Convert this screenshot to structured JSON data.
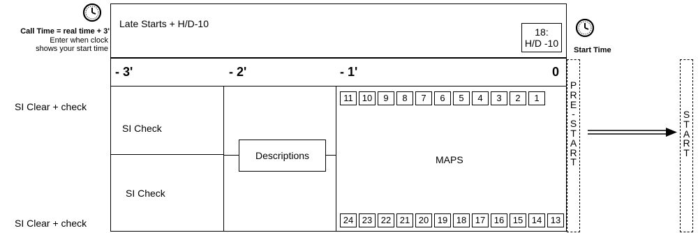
{
  "call_info": {
    "title": "Call Time = real time + 3'",
    "line1": "Enter when clock",
    "line2": "shows your start time",
    "clock_icon": "clock-icon"
  },
  "header": {
    "title": "Late Starts +  H/D-10",
    "badge_line1": "18:",
    "badge_line2": "H/D -10"
  },
  "start_time": {
    "label": "Start Time",
    "clock_icon": "clock-icon"
  },
  "time_markers": [
    "- 3'",
    "- 2'",
    "- 1'",
    "0"
  ],
  "left_labels": {
    "top": "SI Clear + check",
    "bottom": "SI Clear + check"
  },
  "si_check": {
    "top": "SI Check",
    "bottom": "SI Check"
  },
  "descriptions_label": "Descriptions",
  "maps": {
    "label": "MAPS",
    "top_row": [
      "11",
      "10",
      "9",
      "8",
      "7",
      "6",
      "5",
      "4",
      "3",
      "2",
      "1"
    ],
    "bottom_row": [
      "24",
      "23",
      "22",
      "21",
      "20",
      "19",
      "18",
      "17",
      "16",
      "15",
      "14",
      "13"
    ]
  },
  "pre_start": [
    "P",
    "R",
    "E",
    "-",
    "S",
    "T",
    "A",
    "R",
    "T"
  ],
  "start": [
    "S",
    "T",
    "A",
    "R",
    "T"
  ]
}
